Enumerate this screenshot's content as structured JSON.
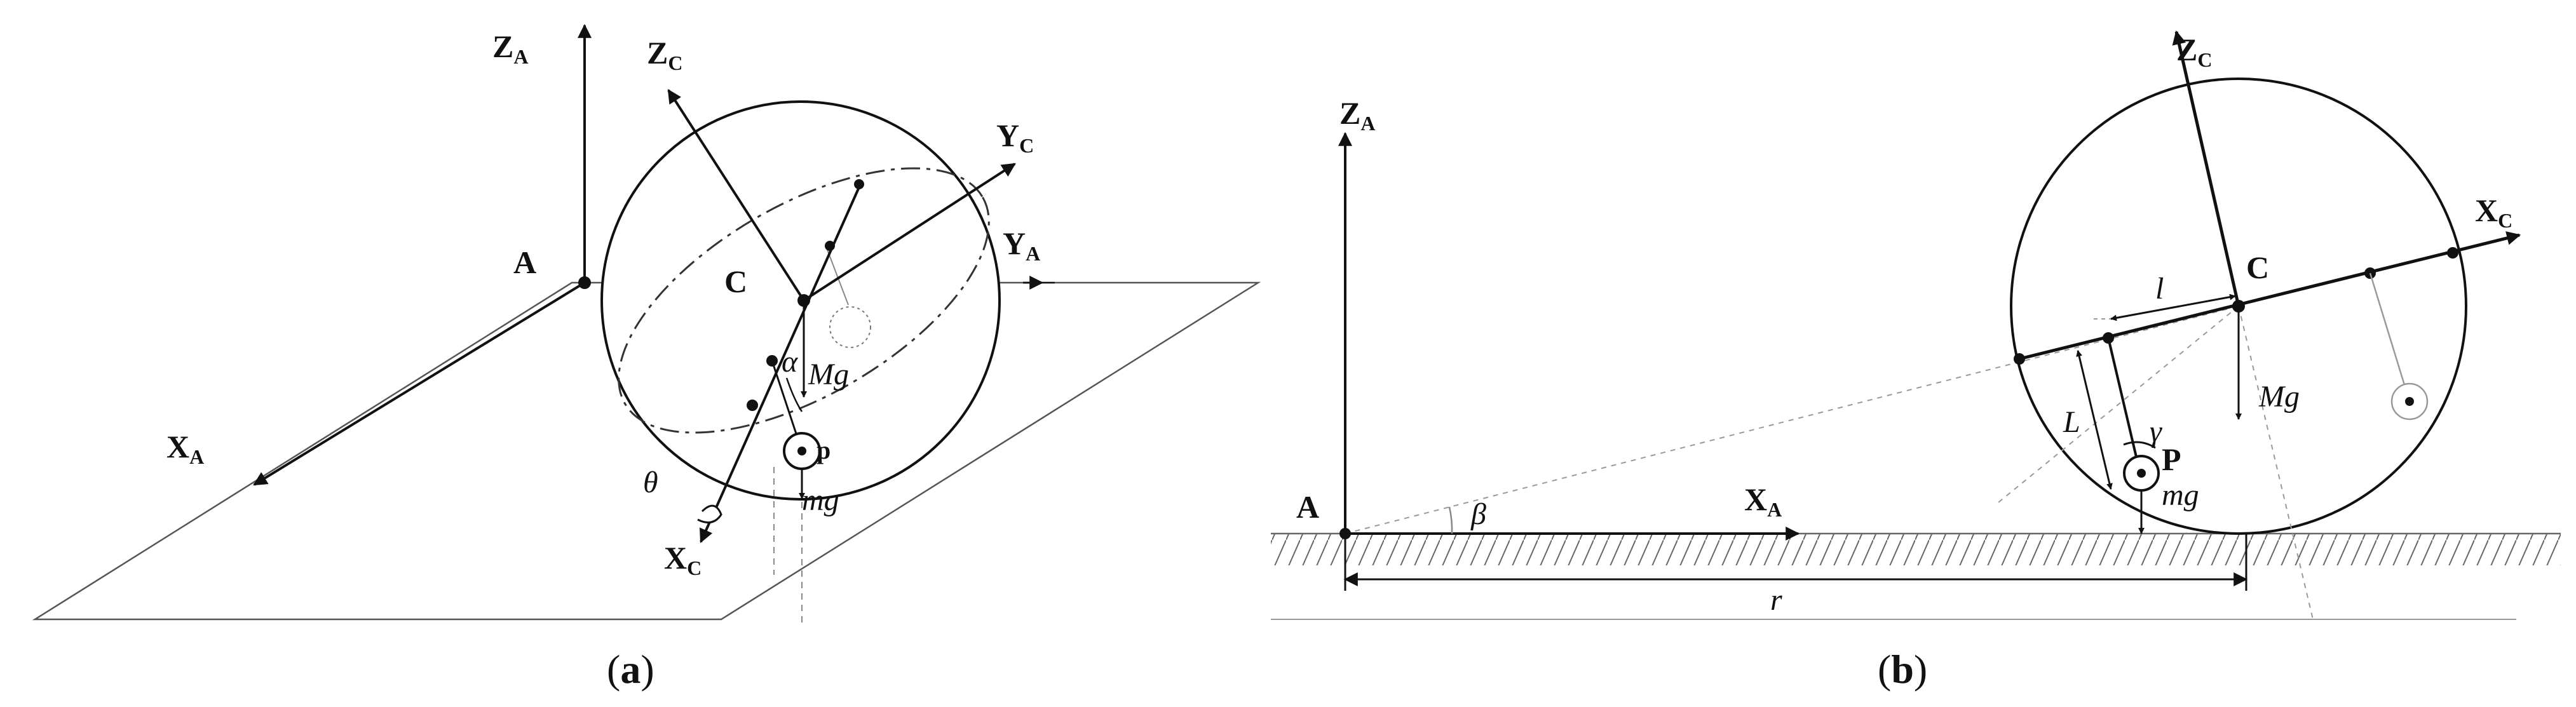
{
  "panel_a": {
    "caption": "a",
    "labels": {
      "ZA": [
        "Z",
        "A"
      ],
      "XA": [
        "X",
        "A"
      ],
      "YA": [
        "Y",
        "A"
      ],
      "ZC": [
        "Z",
        "C"
      ],
      "YC": [
        "Y",
        "C"
      ],
      "XC": [
        "X",
        "C"
      ],
      "A": "A",
      "C": "C",
      "p": "p",
      "alpha": "α",
      "theta": "θ",
      "Mg": "Mg",
      "mg": "mg"
    }
  },
  "panel_b": {
    "caption": "b",
    "labels": {
      "ZA": [
        "Z",
        "A"
      ],
      "XA": [
        "X",
        "A"
      ],
      "ZC": [
        "Z",
        "C"
      ],
      "XC": [
        "X",
        "C"
      ],
      "A": "A",
      "C": "C",
      "P": "P",
      "beta": "β",
      "gamma": "γ",
      "l": "l",
      "L": "L",
      "r": "r",
      "Mg": "Mg",
      "mg": "mg"
    }
  }
}
